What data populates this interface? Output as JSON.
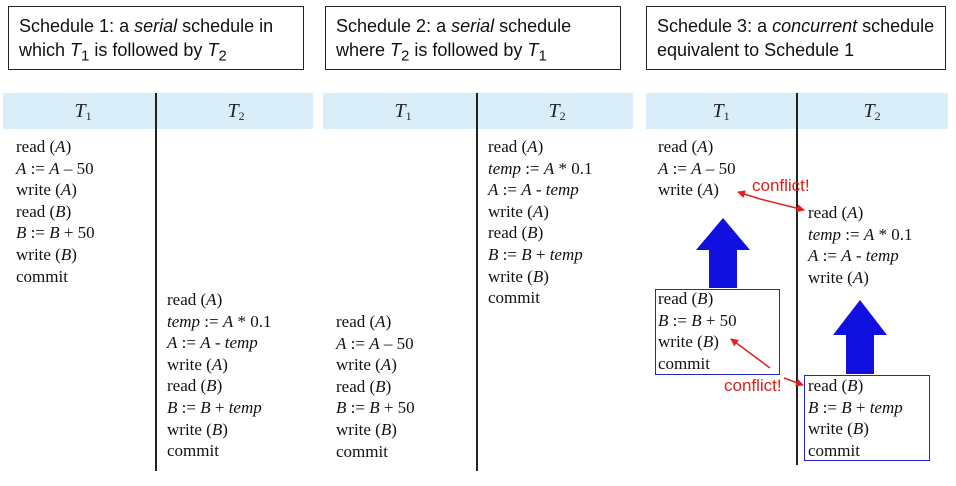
{
  "captions": [
    {
      "pre": "Schedule 1: a ",
      "em": "serial",
      "mid": " schedule in which ",
      "t1": "T",
      "s1": "1",
      "mid2": " is followed by ",
      "t2": "T",
      "s2": "2"
    },
    {
      "pre": "Schedule 2: a ",
      "em": "serial",
      "mid": " schedule where ",
      "t1": "T",
      "s1": "2",
      "mid2": " is followed by ",
      "t2": "T",
      "s2": "1"
    },
    {
      "pre": "Schedule 3: a ",
      "em": "concurrent",
      "mid": " schedule equivalent to Schedule 1",
      "t1": "",
      "s1": "",
      "mid2": "",
      "t2": "",
      "s2": ""
    }
  ],
  "headers": {
    "s1_t1": {
      "var": "T",
      "sub": "1"
    },
    "s1_t2": {
      "var": "T",
      "sub": "2"
    },
    "s2_t1": {
      "var": "T",
      "sub": "1"
    },
    "s2_t2": {
      "var": "T",
      "sub": "2"
    },
    "s3_t1": {
      "var": "T",
      "sub": "1"
    },
    "s3_t2": {
      "var": "T",
      "sub": "2"
    }
  },
  "t1_ops": [
    [
      "read (",
      "A",
      ")"
    ],
    [
      "",
      "A",
      " := ",
      "A",
      " – 50"
    ],
    [
      "write (",
      "A",
      ")"
    ],
    [
      "read (",
      "B",
      ")"
    ],
    [
      "",
      "B",
      " := ",
      "B",
      " + 50"
    ],
    [
      "write (",
      "B",
      ")"
    ],
    [
      "commit"
    ]
  ],
  "t2_ops": [
    [
      "read (",
      "A",
      ")"
    ],
    [
      "",
      "temp",
      " := ",
      "A",
      " * 0.1"
    ],
    [
      "",
      "A",
      " := ",
      "A",
      " - ",
      "temp",
      ""
    ],
    [
      "write (",
      "A",
      ")"
    ],
    [
      "read (",
      "B",
      ")"
    ],
    [
      "",
      "B",
      " := ",
      "B",
      " + ",
      "temp",
      ""
    ],
    [
      "write (",
      "B",
      ")"
    ],
    [
      "commit"
    ]
  ],
  "conflict_labels": [
    "conflict!",
    "conflict!"
  ],
  "colors": {
    "header_bg": "#d9eef8",
    "arrow_blue": "#1010e0",
    "box_border": "#2626c7",
    "conflict_red": "#e0201b"
  }
}
